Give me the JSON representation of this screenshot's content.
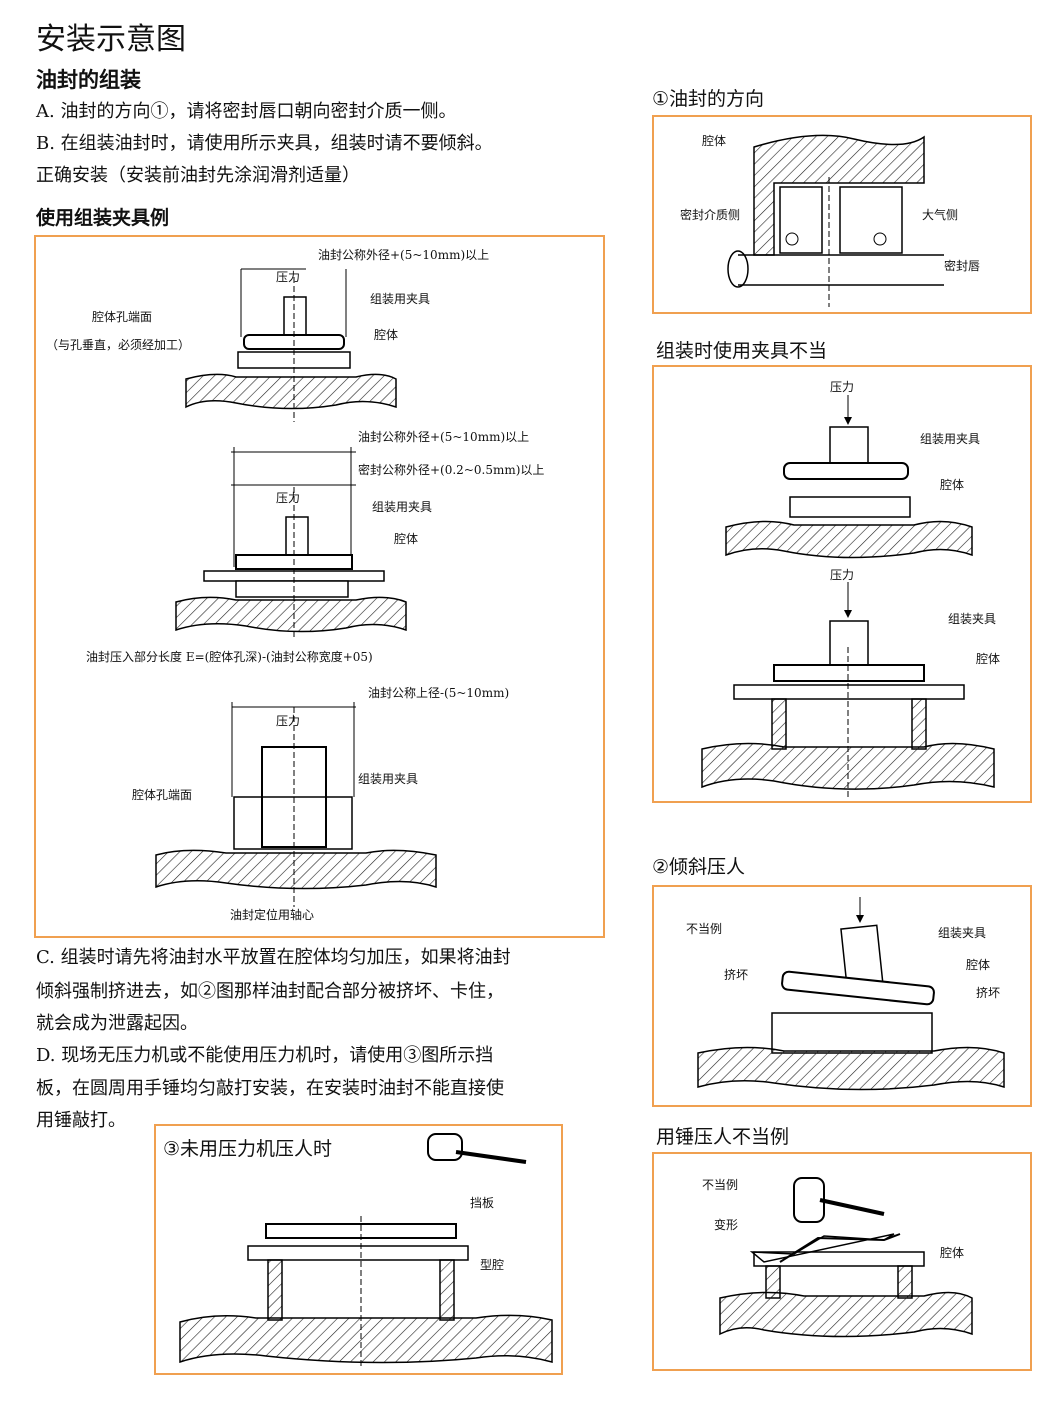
{
  "page": {
    "title": "安装示意图",
    "section_heading": "油封的组装",
    "instructions": {
      "a": "A. 油封的方向①，请将密封唇口朝向密封介质一侧。",
      "b": "B. 在组装油封时，请使用所示夹具，组装时请不要倾斜。",
      "correct": "正确安装（安装前油封先涂润滑剂适量）",
      "c": [
        "C. 组装时请先将油封水平放置在腔体均匀加压，如果将油封",
        "倾斜强制挤进去，如②图那样油封配合部分被挤坏、卡住，",
        "就会成为泄露起因。"
      ],
      "d": [
        "D. 现场无压力机或不能使用压力机时，请使用③图所示挡",
        "板，在圆周用手锤均匀敲打安装，在安装时油封不能直接使",
        "用锤敲打。"
      ]
    },
    "fixture_example": {
      "heading": "使用组装夹具例",
      "fig1": {
        "dim": "油封公称外径+(5~10mm)以上",
        "force": "压力",
        "bore_face": "腔体孔端面",
        "bore_note": "（与孔垂直，必须经加工）",
        "fixture": "组装用夹具",
        "housing": "腔体"
      },
      "fig2": {
        "dim1": "油封公称外径+(5~10mm)以上",
        "dim2": "密封公称外径+(0.2~0.5mm)以上",
        "force": "压力",
        "fixture": "组装用夹具",
        "housing": "腔体",
        "formula": "油封压入部分长度 E=(腔体孔深)-(油封公称宽度+05)"
      },
      "fig3": {
        "dim": "油封公称上径-(5~10mm)",
        "force": "压力",
        "fixture": "组装用夹具",
        "bore_face": "腔体孔端面",
        "shaft_note": "油封定位用轴心"
      }
    },
    "direction": {
      "heading": "①油封的方向",
      "housing": "腔体",
      "medium_side": "密封介质侧",
      "air_side": "大气侧",
      "lip": "密封唇"
    },
    "improper_fixture": {
      "heading": "组装时使用夹具不当",
      "force": "压力",
      "fixture1": "组装用夹具",
      "housing1": "腔体",
      "fixture2": "组装夹具",
      "housing2": "腔体"
    },
    "tilted": {
      "heading": "②倾斜压人",
      "bad": "不当例",
      "fixture": "组装夹具",
      "housing": "腔体",
      "crush1": "挤坏",
      "crush2": "挤坏"
    },
    "no_press": {
      "heading": "③未用压力机压人时",
      "plate": "挡板",
      "cavity": "型腔"
    },
    "hammer_bad": {
      "heading": "用锤压人不当例",
      "bad": "不当例",
      "deform": "变形",
      "housing": "腔体"
    }
  }
}
